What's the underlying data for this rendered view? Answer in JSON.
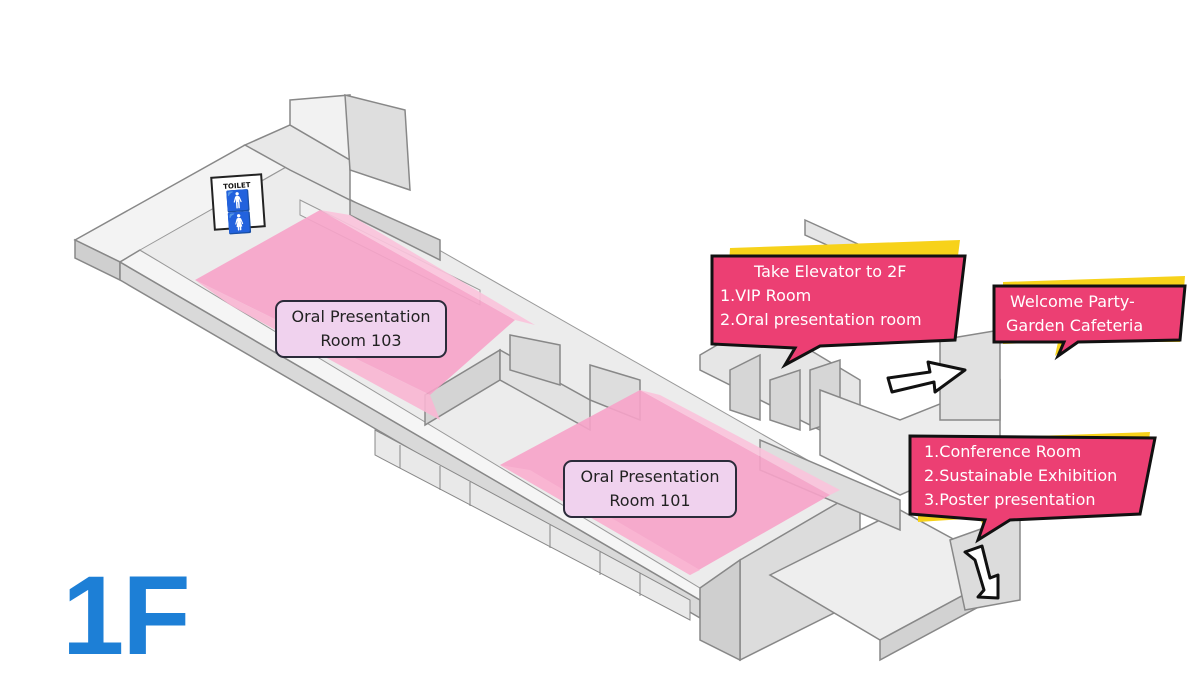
{
  "floor": {
    "label": "1F",
    "color": "#1d7fd6"
  },
  "toilet": {
    "label": "TOILET",
    "icon": "restroom-icon"
  },
  "rooms": [
    {
      "id": "room-103",
      "lines": [
        "Oral Presentation",
        "Room 103"
      ]
    },
    {
      "id": "room-101",
      "lines": [
        "Oral Presentation",
        "Room 101"
      ]
    }
  ],
  "callouts": [
    {
      "id": "elevator",
      "lines": [
        "Take Elevator to 2F",
        "1.VIP Room",
        "2.Oral presentation room"
      ]
    },
    {
      "id": "welcome",
      "lines": [
        "Welcome Party-",
        "Garden Cafeteria"
      ]
    },
    {
      "id": "conference",
      "lines": [
        "1.Conference Room",
        "2.Sustainable Exhibition",
        "3.Poster presentation"
      ]
    }
  ],
  "colors": {
    "callout_fill": "#ec3f73",
    "callout_shadow": "#f7d21a",
    "room_fill": "#f7a3c9",
    "room_label_fill": "#f0d2ee",
    "wall_top": "#f4f4f4",
    "wall_side": "#cfcfcf"
  }
}
